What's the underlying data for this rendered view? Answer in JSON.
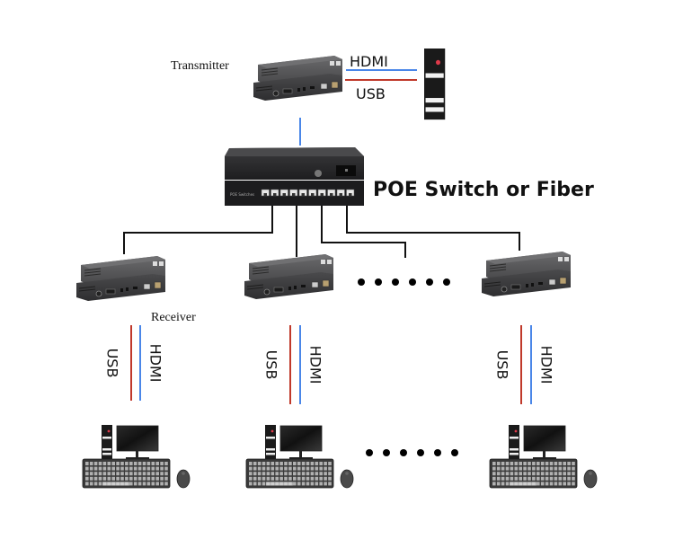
{
  "diagram": {
    "type": "network-topology",
    "labels": {
      "transmitter": "Transmitter",
      "receiver": "Receiver",
      "switch": "POE Switch or Fiber",
      "hdmi": "HDMI",
      "usb": "USB",
      "switch_front_label": "POE Switches"
    },
    "colors": {
      "hdmi_line": "#4a86e8",
      "usb_line": "#c0392b",
      "network_line": "#111111",
      "uplink_line": "#4a86e8",
      "device_body": "#3a3a3c",
      "device_dark": "#1c1c1c",
      "indicator": "#e03a4a"
    },
    "nodes": {
      "transmitter": {
        "label": "Transmitter",
        "kind": "extender"
      },
      "source_pc": {
        "kind": "tower"
      },
      "switch": {
        "label": "POE Switch or Fiber",
        "kind": "switch",
        "ports": 10
      },
      "receivers": [
        {
          "id": "receiver-1",
          "label": "Receiver"
        },
        {
          "id": "receiver-2"
        },
        {
          "id": "receiver-n"
        }
      ],
      "workstations": [
        {
          "id": "workstation-1"
        },
        {
          "id": "workstation-2"
        },
        {
          "id": "workstation-n"
        }
      ]
    },
    "edges": [
      {
        "from": "source_pc",
        "to": "transmitter",
        "type": "HDMI"
      },
      {
        "from": "source_pc",
        "to": "transmitter",
        "type": "USB"
      },
      {
        "from": "transmitter",
        "to": "switch",
        "type": "network"
      },
      {
        "from": "switch",
        "to": "receiver-1",
        "type": "network"
      },
      {
        "from": "switch",
        "to": "receiver-2",
        "type": "network"
      },
      {
        "from": "switch",
        "to": "ellipsis",
        "type": "network"
      },
      {
        "from": "switch",
        "to": "receiver-n",
        "type": "network"
      },
      {
        "from": "receiver-1",
        "to": "workstation-1",
        "type": "HDMI+USB"
      },
      {
        "from": "receiver-2",
        "to": "workstation-2",
        "type": "HDMI+USB"
      },
      {
        "from": "receiver-n",
        "to": "workstation-n",
        "type": "HDMI+USB"
      }
    ],
    "ellipsis_dot_count": 6
  }
}
